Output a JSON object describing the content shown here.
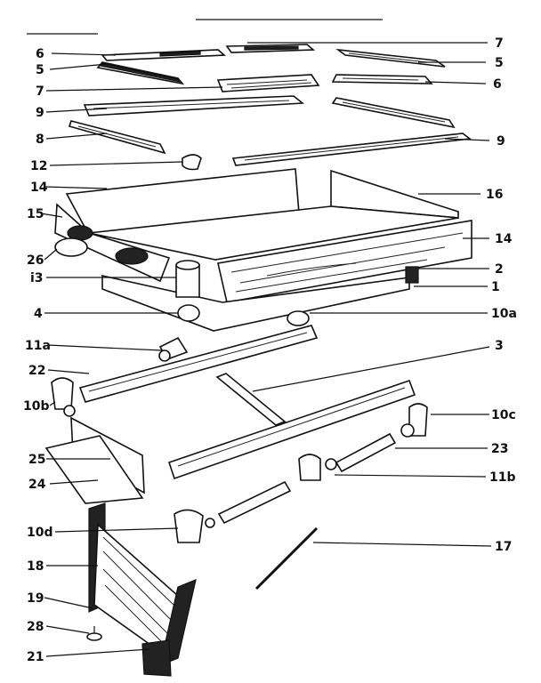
{
  "diagram": {
    "labels": {
      "p7a": "7",
      "p6a": "6",
      "p5a": "5",
      "p5b": "5",
      "p7b": "7",
      "p6b": "6",
      "p9a": "9",
      "p8": "8",
      "p9b": "9",
      "p12": "12",
      "p14a": "14",
      "p16": "16",
      "p15": "15",
      "p14b": "14",
      "p26": "26",
      "p2": "2",
      "p13": "i3",
      "p1": "1",
      "p4": "4",
      "p10a": "10a",
      "p11a": "11a",
      "p3": "3",
      "p22": "22",
      "p10b": "10b",
      "p10c": "10c",
      "p25": "25",
      "p23": "23",
      "p24": "24",
      "p11b": "11b",
      "p10d": "10d",
      "p17": "17",
      "p18": "18",
      "p19": "19",
      "p28": "28",
      "p21": "21"
    }
  }
}
